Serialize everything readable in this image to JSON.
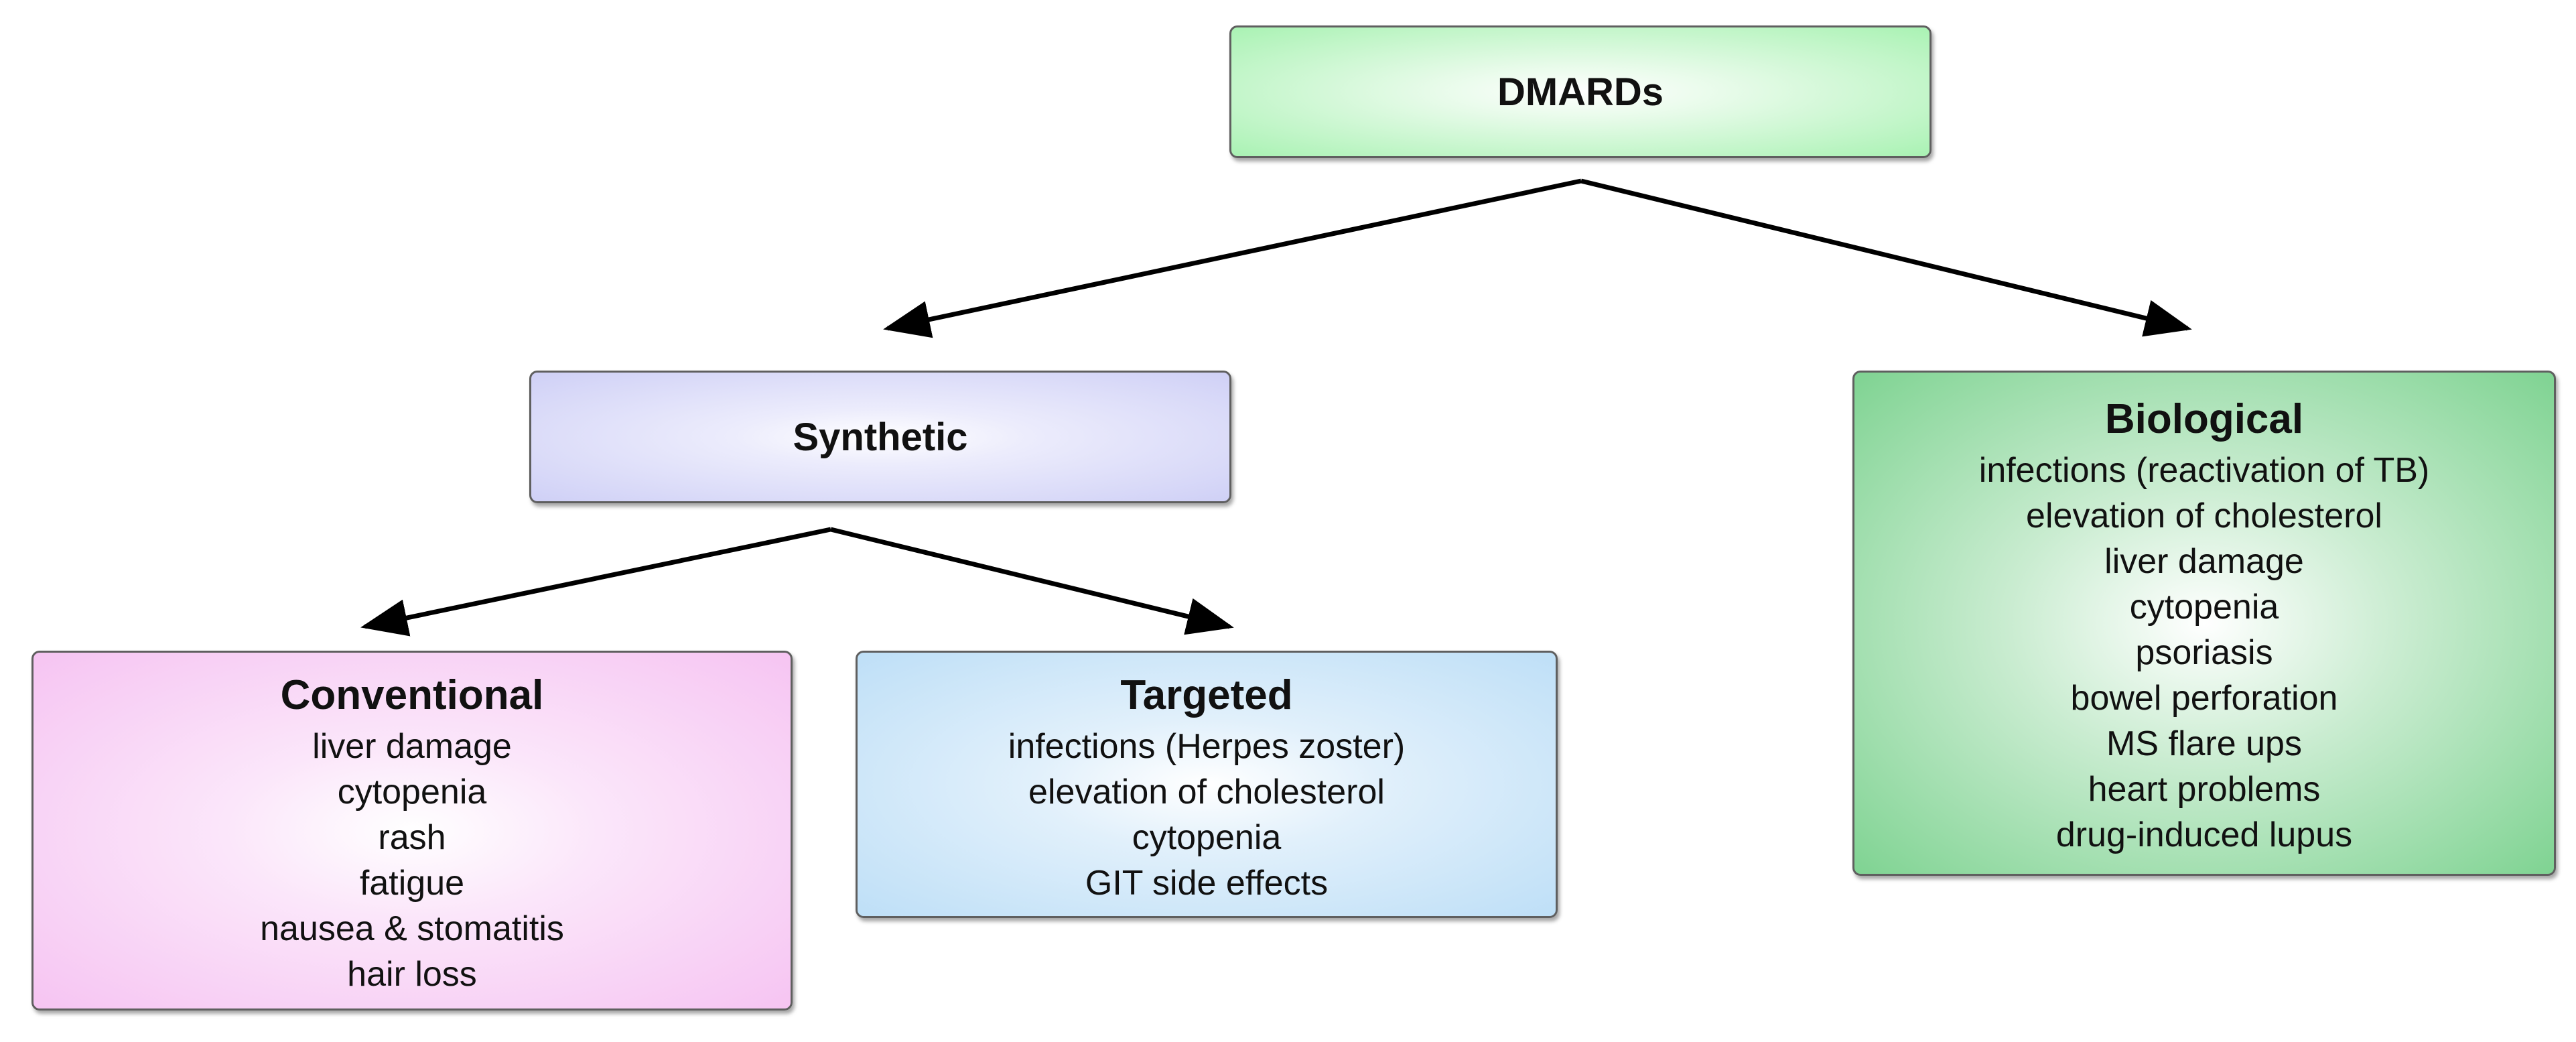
{
  "diagram": {
    "root": {
      "title": "DMARDs"
    },
    "synthetic": {
      "title": "Synthetic"
    },
    "conventional": {
      "title": "Conventional",
      "items": [
        "liver damage",
        "cytopenia",
        "rash",
        "fatigue",
        "nausea & stomatitis",
        "hair loss"
      ]
    },
    "targeted": {
      "title": "Targeted",
      "items": [
        "infections (Herpes zoster)",
        "elevation of cholesterol",
        "cytopenia",
        "GIT side effects"
      ]
    },
    "biological": {
      "title": "Biological",
      "items": [
        "infections (reactivation of TB)",
        "elevation of cholesterol",
        "liver damage",
        "cytopenia",
        "psoriasis",
        "bowel perforation",
        "MS flare ups",
        "heart problems",
        "drug-induced lupus"
      ]
    }
  },
  "colors": {
    "root_fill": "#a9f2b3",
    "synthetic_fill": "#cfd0f6",
    "conventional_fill": "#f6c4f2",
    "targeted_fill": "#bedff7",
    "biological_fill": "#7fd392",
    "arrow": "#000000"
  }
}
